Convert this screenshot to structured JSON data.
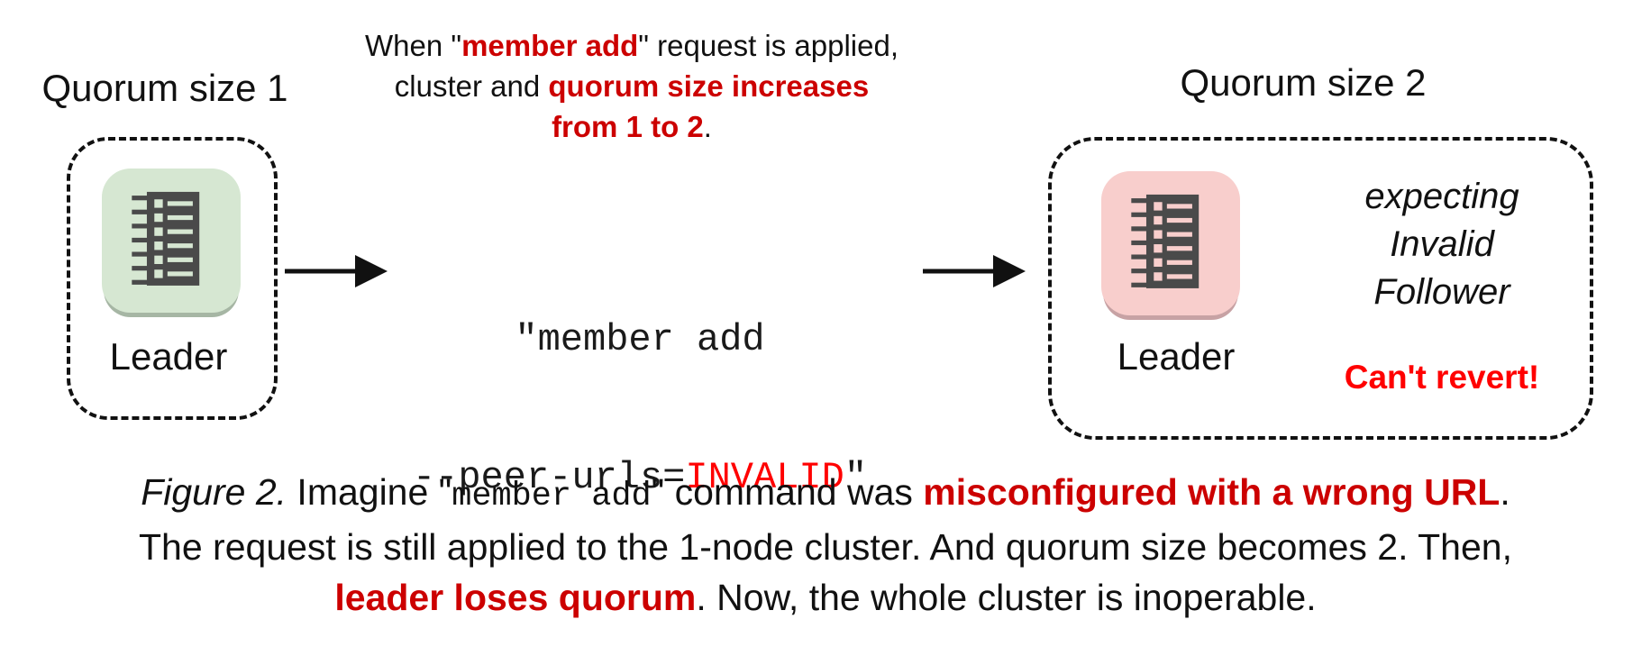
{
  "left": {
    "title": "Quorum size 1",
    "node_label": "Leader"
  },
  "middle": {
    "note": {
      "l1_pre": "When \"",
      "l1_red": "member add",
      "l1_post": "\" request is applied,",
      "l2_pre": "cluster and ",
      "l2_red": "quorum size increases",
      "l3_red": "from 1 to 2",
      "l3_post": "."
    },
    "command": {
      "line1": "\"member add",
      "line2_pre": "--peer-urls=",
      "line2_red": "INVALID",
      "line2_post": "\""
    }
  },
  "right": {
    "title": "Quorum size 2",
    "node_label": "Leader",
    "expectation_lines": [
      "expecting",
      "Invalid",
      "Follower"
    ],
    "warning": "Can't revert!"
  },
  "caption": {
    "figure_label": "Figure 2.",
    "l1_a": " Imagine \"",
    "l1_code": "member add",
    "l1_b": "\" command was ",
    "l1_red": "misconfigured with a wrong URL",
    "l1_c": ".",
    "l2": "The request is still applied to the 1-node cluster. And quorum size becomes 2. Then,",
    "l3_red": "leader loses quorum",
    "l3_a": ". Now, the whole cluster is inoperable."
  },
  "colors": {
    "red_bold": "#cc0000",
    "red_bright": "#ff0000",
    "tile_green": "#d6e7d2",
    "tile_green_shade": "#a6b6a4",
    "tile_pink": "#f8cecc",
    "tile_pink_shade": "#c7a2a4",
    "glyph_dark": "#4a4a4a"
  }
}
